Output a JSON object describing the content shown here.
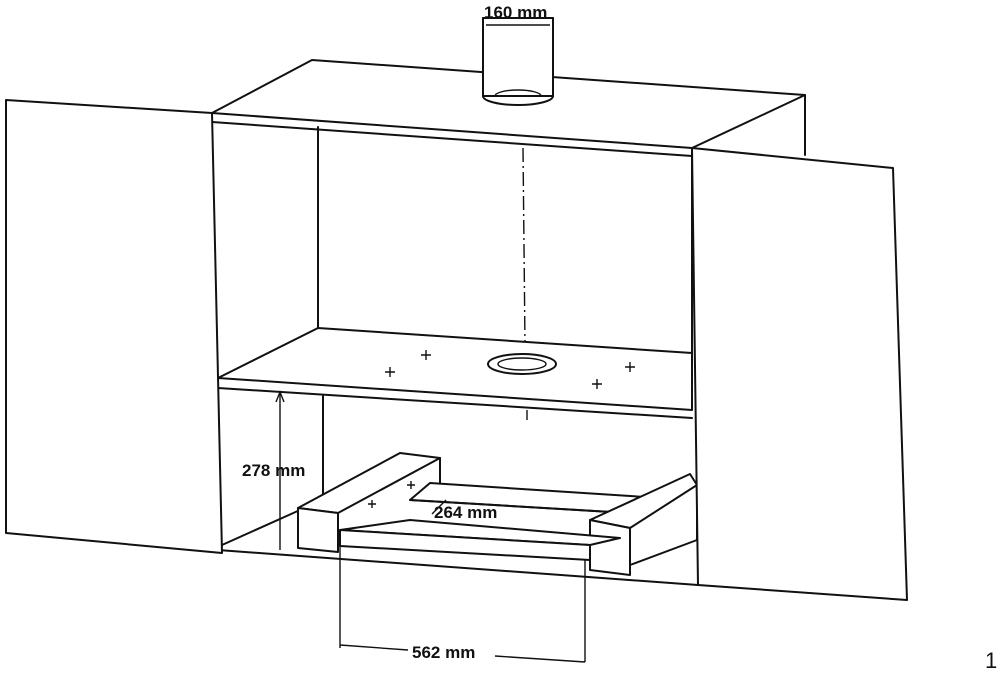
{
  "labels": {
    "duct_diameter": "160 mm",
    "height": "278 mm",
    "depth": "264 mm",
    "width": "562 mm",
    "corner_mark": "1"
  },
  "colors": {
    "line": "#111111",
    "background": "#ffffff"
  }
}
